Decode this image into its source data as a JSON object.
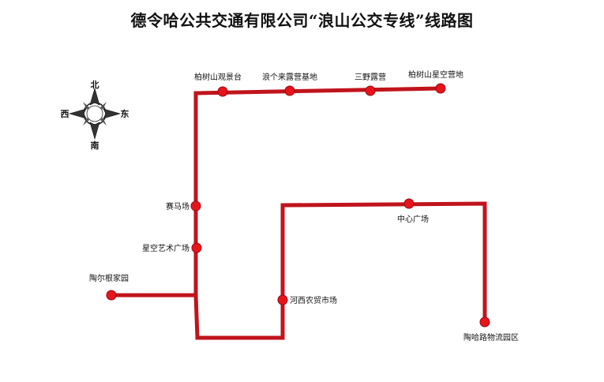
{
  "title": "德令哈公共交通有限公司“浪山公交专线”线路图",
  "colors": {
    "route": "#c0141c",
    "stop": "#e8141c",
    "stop_stroke": "#9a0a10"
  },
  "compass": {
    "north": "北",
    "south": "南",
    "east": "东",
    "west": "西"
  },
  "stops": [
    {
      "id": "baishushan-guanjingtai",
      "label": "柏树山观景台"
    },
    {
      "id": "langgelai-luying",
      "label": "浪个来露营基地"
    },
    {
      "id": "sanye-luying",
      "label": "三野露营"
    },
    {
      "id": "baishushan-xingkong",
      "label": "柏树山星空营地"
    },
    {
      "id": "saimachang",
      "label": "赛马场"
    },
    {
      "id": "xingkong-yishu",
      "label": "星空艺术广场"
    },
    {
      "id": "taoergen-jiayuan",
      "label": "陶尔根家园"
    },
    {
      "id": "hexi-nongmao",
      "label": "河西农贸市场"
    },
    {
      "id": "zhongxin-guangchang",
      "label": "中心广场"
    },
    {
      "id": "taoha-wuliu",
      "label": "陶哈路物流园区"
    }
  ]
}
